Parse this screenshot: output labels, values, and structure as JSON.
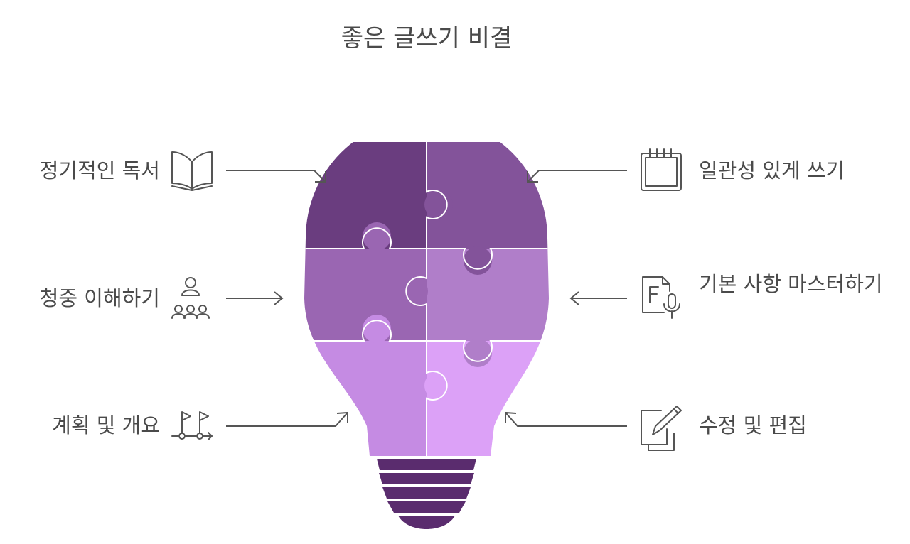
{
  "title": "좋은 글쓰기 비결",
  "items": [
    {
      "id": "reading",
      "label": "정기적인 독서",
      "side": "left",
      "icon": "open-book-icon"
    },
    {
      "id": "audience",
      "label": "청중 이해하기",
      "side": "left",
      "icon": "audience-icon"
    },
    {
      "id": "planning",
      "label": "계획 및 개요",
      "side": "left",
      "icon": "flags-path-icon"
    },
    {
      "id": "consistency",
      "label": "일관성 있게 쓰기",
      "side": "right",
      "icon": "notepad-icon"
    },
    {
      "id": "basics",
      "label": "기본 사항 마스터하기",
      "side": "right",
      "icon": "document-microphone-icon"
    },
    {
      "id": "editing",
      "label": "수정 및 편집",
      "side": "right",
      "icon": "pen-document-icon"
    }
  ],
  "colors": {
    "piece_top_left": "#6a3d7f",
    "piece_top_right": "#83539a",
    "piece_mid_left": "#9a66b2",
    "piece_mid_right": "#b07ec9",
    "piece_bottom_left": "#c58be3",
    "piece_bottom_right": "#dca1f7",
    "base": "#5a2c6e",
    "text": "#4a4a4a",
    "icon": "#555555"
  }
}
